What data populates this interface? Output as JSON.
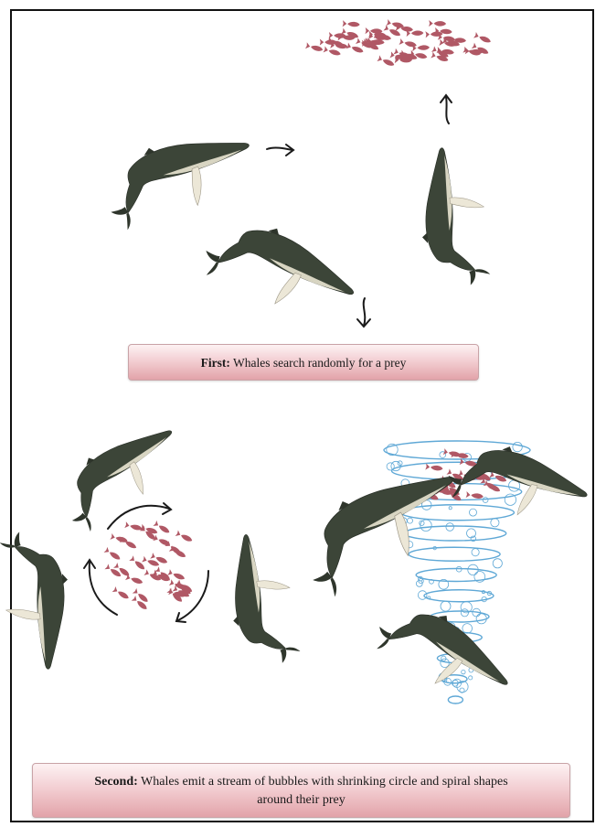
{
  "captions": {
    "first": {
      "lead": "First:",
      "text": " Whales search randomly for a prey"
    },
    "second": {
      "lead": "Second:",
      "text": " Whales emit a stream of bubbles with shrinking circle and spiral shapes",
      "text_line2": "around their prey"
    }
  },
  "colors": {
    "whale_body": "#3c4538",
    "whale_belly": "#e9e4d2",
    "fish": "#b05865",
    "bubbles": "#5fa8d6",
    "arrow": "#1a1a1a",
    "caption_gradient_top": "#fdf2f3",
    "caption_gradient_bottom": "#e2a3a9"
  },
  "icons": [
    "whale-icon",
    "fish-school-icon",
    "arrow-icon",
    "bubble-spiral-icon"
  ]
}
